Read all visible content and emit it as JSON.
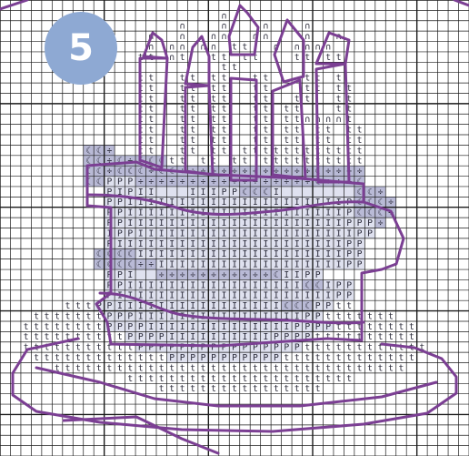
{
  "badge": {
    "text": "5",
    "color": "#8ea9d3"
  },
  "colors": {
    "grid_line": "#1b1b1b",
    "background": "#ffffff",
    "cake_fill": "#dfe1ef",
    "icing_fill": "#b9bad6",
    "outline": "#7b3f93",
    "symbol": "#2b2b3a"
  },
  "symbols": [
    "t",
    "P",
    "I",
    "÷",
    "☾",
    "∩"
  ],
  "chart": {
    "cols": 45,
    "rows": 44,
    "legend": {
      ".": "",
      "t": "t",
      "P": "P",
      "I": "I",
      "d": "÷",
      "m": "☾",
      "n": "∩",
      "i": ""
    },
    "grid": [
      ".............................................",
      ".....................n.......................",
      ".................n...n...n...n...............",
      "..............n..n..nn..nn...n..n............",
      "..............n.nn.nn.tt..n.nnnn.............",
      ".............tt.nt..tt.tt...tt.tt............",
      ".....................tt......................",
      ".............tt..tt.tt..tt...tt.t............",
      ".............tt..tt.tt..tt...tt.tt...........",
      ".............tt..tt.tt..tt..tt..tt...........",
      ".............tt..tt.tt..tt.tt...tt...........",
      ".............tt..tt.tt..tt.ttnnnnt...........",
      ".............tt..tt.tt..tt.tt.tt.tt..........",
      ".............tt..tt.tt..tt.tt.tt.tt..........",
      "........mmd..tt..tt.tt.tttttttttttt..........",
      "........mmdmdmmmtt.tt.tt.tttttttttt..........",
      "........mmdmmmdmmdddddddddddddmdddd..........",
      "........mmPPPdddddddddddddddddmdddm..........",
      "..........PIPIIiiiIIIPPmmmIiiiiiiimmd........",
      "..........PPIIIIIIIIIIIIIIIIIIIIIPmmmd.......",
      "..........PPIIIIIIIIIIIIIIIIIIIIIPmmmd.......",
      "..........PPIIIIIIIIIIIIIIIIIIIIIPPPd........",
      "..........IPPIIIIIIIIIIIIIIIIIIIIIPP.........",
      "..........PIIIIIIIIIIIIIIIIIIIIIIPP..........",
      ".........mmmmIIIIIIIIIIIIIIIIIIIIPP..........",
      ".........mmmmddIIIIIIIIIIIIIIIIIIPP..........",
      "..........PPIiidddddddddddmIIPP..............",
      "..........PPIIIIIIIIIIIIIIIIImmIPP...........",
      "..........PIIIIIIIIIIIIIIIIIIIIIPP...........",
      "......tttPPIIIIIIIIIIIIIIIImmmPPtt...........",
      "...tttttttPPPIIIIIIIIIIIIIIIIPPttttttt.......",
      "..ttttttttPPPPIIIIIIIIIIIIIIPPPPtttttttt.....",
      "..ttttttttttPPPPIIIIIIIIIIPPPPtttttttttt.....",
      "..tttttttttttPPPPPPPPPPPPPPPPtttttttttttt....",
      "...tttttttttttttPPPPPPPPPPPttttttttttttt.....",
      ".....tttttttttttttttttttttttttttttttttt......",
      "............tttttttttttttttttttttt...........",
      "...............tttttttttttttttt..............",
      ".............................................",
      ".............................................",
      ".............................................",
      ".............................................",
      ".............................................",
      "............................................."
    ]
  }
}
